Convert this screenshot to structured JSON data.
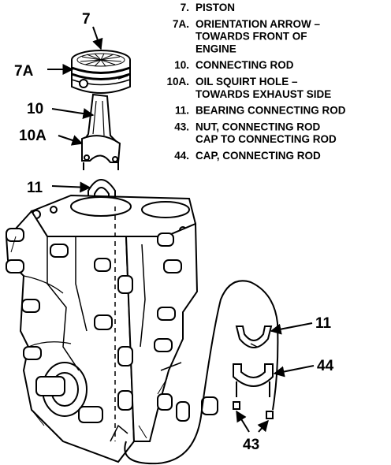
{
  "callouts": {
    "c7": "7",
    "c7a": "7A",
    "c10": "10",
    "c10a": "10A",
    "c11_top": "11",
    "c11_right": "11",
    "c44": "44",
    "c43": "43"
  },
  "legend": [
    {
      "num": "7.",
      "lines": [
        "PISTON"
      ]
    },
    {
      "num": "7A.",
      "lines": [
        "ORIENTATION ARROW –",
        "TOWARDS FRONT OF",
        "ENGINE"
      ]
    },
    {
      "num": "10.",
      "lines": [
        "CONNECTING ROD"
      ]
    },
    {
      "num": "10A.",
      "lines": [
        "OIL SQUIRT HOLE –",
        "TOWARDS EXHAUST SIDE"
      ]
    },
    {
      "num": "11.",
      "lines": [
        "BEARING CONNECTING ROD"
      ]
    },
    {
      "num": "43.",
      "lines": [
        "NUT, CONNECTING ROD",
        "CAP TO CONNECTING ROD"
      ]
    },
    {
      "num": "44.",
      "lines": [
        "CAP, CONNECTING ROD"
      ]
    }
  ]
}
